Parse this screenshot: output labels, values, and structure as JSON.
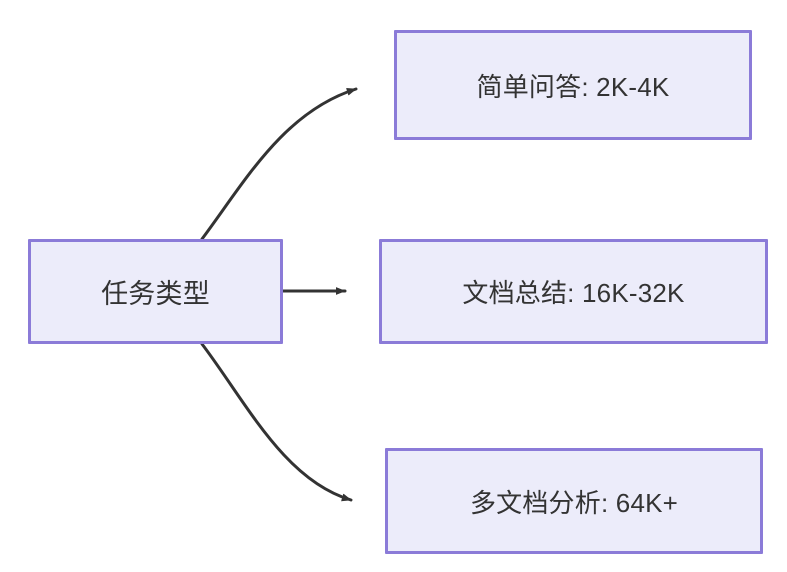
{
  "diagram": {
    "type": "flowchart",
    "direction": "left-to-right",
    "background_color": "#ffffff",
    "node_fill_color": "#ececfa",
    "node_border_color": "#8b7bd8",
    "node_text_color": "#333333",
    "edge_color": "#333333",
    "root": {
      "id": "root",
      "label": "任务类型"
    },
    "branches": [
      {
        "id": "simple-qa",
        "label": "简单问答: 2K-4K",
        "edge_style": "curved"
      },
      {
        "id": "doc-summary",
        "label": "文档总结: 16K-32K",
        "edge_style": "straight"
      },
      {
        "id": "multi-doc",
        "label": "多文档分析: 64K+",
        "edge_style": "curved"
      }
    ]
  }
}
